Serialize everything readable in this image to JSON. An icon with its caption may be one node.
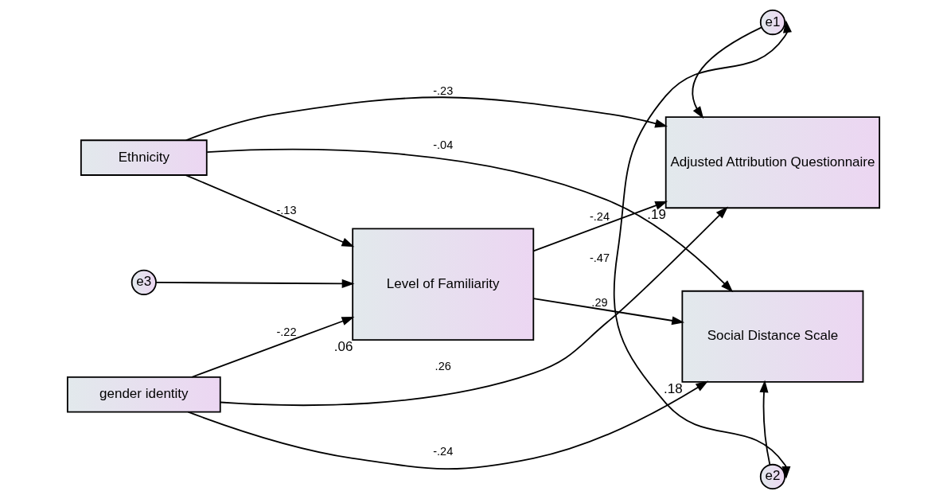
{
  "diagram": {
    "nodes": [
      {
        "text": [
          "Ethnicity"
        ]
      },
      {
        "text": [
          "e1"
        ]
      },
      {
        "text": [
          "Adjusted Attribution Questionnaire"
        ],
        "beside": [
          ".19"
        ]
      },
      {
        "text": [
          "e3"
        ]
      },
      {
        "text": [
          "Level of Familiarity"
        ],
        "beside": [
          ".06"
        ]
      },
      {
        "text": [
          "Social Distance Scale"
        ],
        "beside": [
          ".18"
        ]
      },
      {
        "text": [
          "gender identity"
        ]
      },
      {
        "text": [
          "e2"
        ]
      }
    ],
    "edges": [
      {
        "from": 0,
        "to": 2,
        "arrow": "to",
        "label": "-.23"
      },
      {
        "from": 0,
        "to": 4,
        "arrow": "to",
        "label": "-.13"
      },
      {
        "from": 0,
        "to": 5,
        "arrow": "to",
        "label": "-.04"
      },
      {
        "from": 1,
        "to": 2,
        "arrow": "to"
      },
      {
        "from": 3,
        "to": 4,
        "arrow": "to"
      },
      {
        "from": 4,
        "to": 2,
        "arrow": "to",
        "label": "-.24"
      },
      {
        "from": 4,
        "to": 5,
        "arrow": "to",
        "label": ".29"
      },
      {
        "from": 6,
        "to": 4,
        "arrow": "to",
        "label": "-.22"
      },
      {
        "from": 6,
        "to": 2,
        "arrow": "to",
        "label": ".26"
      },
      {
        "from": 6,
        "to": 5,
        "arrow": "to",
        "label": "-.24"
      },
      {
        "from": 7,
        "to": 5,
        "arrow": "to"
      },
      {
        "from": 1,
        "to": 7,
        "arrow": "both",
        "label": "-.47"
      }
    ]
  }
}
